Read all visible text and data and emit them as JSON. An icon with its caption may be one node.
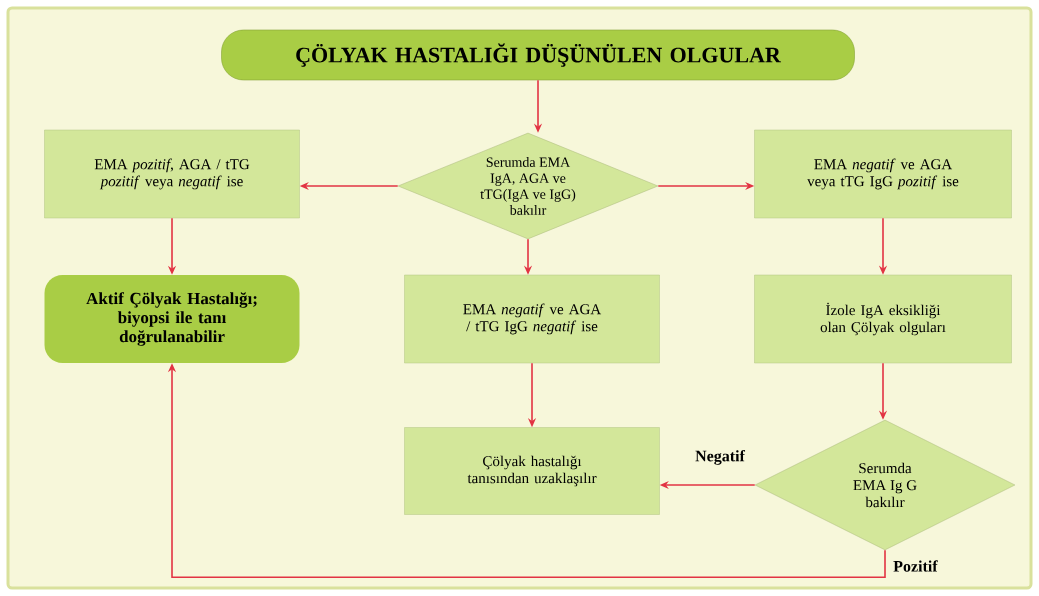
{
  "diagram": {
    "nodes": [
      {
        "text": [
          "ÇÖLYAK HASTALIĞI DÜŞÜNÜLEN OLGULAR"
        ]
      },
      {
        "text": [
          "Serumda EMA IgA, AGA ve tTG(IgA ve IgG) bakılır"
        ]
      },
      {
        "text": [
          "EMA *pozitif*, AGA /  tTG *pozitif* veya *negatif* ise"
        ]
      },
      {
        "text": [
          "EMA *negatif* ve AGA veya tTG IgG *pozitif* ise"
        ]
      },
      {
        "text": [
          "Aktif Çölyak Hastalığı; biyopsi ile tanı doğrulanabilir"
        ]
      },
      {
        "text": [
          "EMA *negatif* ve AGA / tTG IgG *negatif* ise"
        ]
      },
      {
        "text": [
          "İzole IgA eksikliği olan Çölyak olguları"
        ]
      },
      {
        "text": [
          "Çölyak hastalığı tanısından uzaklaşılır"
        ]
      },
      {
        "text": [
          "Serumda EMA Ig G bakılır"
        ]
      }
    ],
    "edges": [
      {
        "from": 0,
        "to": 1,
        "arrow": "to"
      },
      {
        "from": 1,
        "to": 2,
        "arrow": "to"
      },
      {
        "from": 1,
        "to": 3,
        "arrow": "to"
      },
      {
        "from": 2,
        "to": 4,
        "arrow": "to"
      },
      {
        "from": 1,
        "to": 5,
        "arrow": "to"
      },
      {
        "from": 3,
        "to": 6,
        "arrow": "to"
      },
      {
        "from": 5,
        "to": 7,
        "arrow": "to"
      },
      {
        "from": 6,
        "to": 8,
        "arrow": "to"
      },
      {
        "from": 8,
        "to": 7,
        "arrow": "to",
        "label": "Negatif"
      },
      {
        "from": 8,
        "to": 4,
        "arrow": "to",
        "label": "Pozitif"
      }
    ]
  }
}
